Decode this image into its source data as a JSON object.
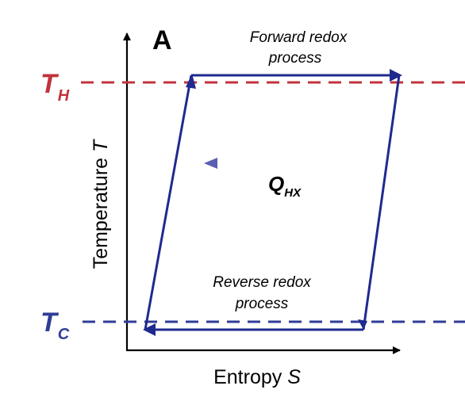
{
  "panel_label": "A",
  "axes": {
    "x_label": "Entropy",
    "x_symbol": "S",
    "y_label": "Temperature",
    "y_symbol": "T"
  },
  "levels": {
    "hot": {
      "symbol": "T",
      "subscript": "H",
      "color": "#c0343d"
    },
    "cold": {
      "symbol": "T",
      "subscript": "C",
      "color": "#2f3d97"
    }
  },
  "processes": {
    "forward": {
      "line1": "Forward redox",
      "line2": "process"
    },
    "reverse": {
      "line1": "Reverse redox",
      "line2": "process"
    }
  },
  "heat_exchange": {
    "symbol": "Q",
    "subscript": "HX",
    "gradient_from": "#c0343d",
    "gradient_to": "#5a5fb0"
  },
  "colors": {
    "cycle": "#1f2a8f",
    "axis": "#000000"
  }
}
